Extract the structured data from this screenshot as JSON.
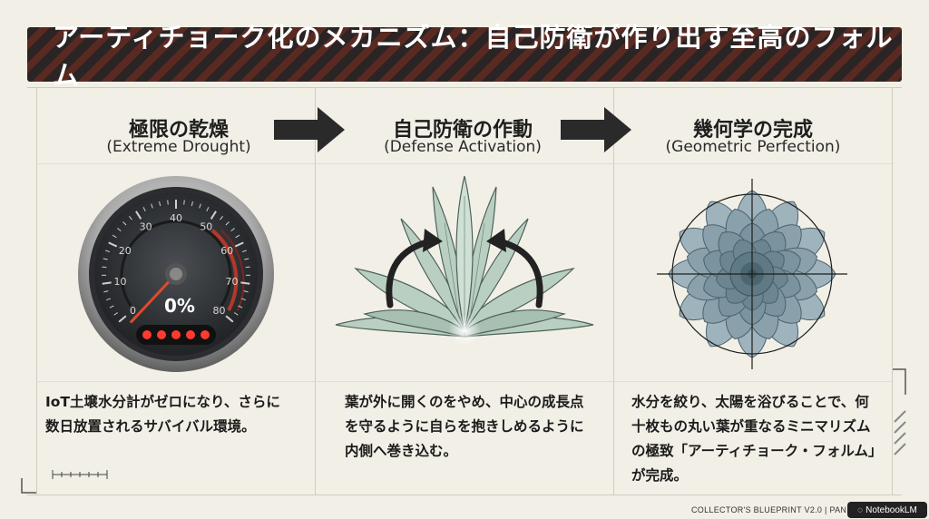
{
  "title": "アーティチョーク化のメカニズム：自己防衛が作り出す至高のフォルム",
  "steps": [
    {
      "title": "極限の乾燥",
      "subtitle": "(Extreme Drought)",
      "description_lines": [
        "IoT土壌水分計がゼロになり、さらに",
        "数日放置されるサバイバル環境。"
      ]
    },
    {
      "title": "自己防衛の作動",
      "subtitle": "(Defense Activation)",
      "description_lines": [
        "葉が外に開くのをやめ、中心の成長点",
        "を守るように自らを抱きしめるように",
        "内側へ巻き込む。"
      ]
    },
    {
      "title": "幾何学の完成",
      "subtitle": "(Geometric Perfection)",
      "description_lines": [
        "水分を絞り、太陽を浴びることで、何",
        "十枚もの丸い葉が重なるミニマリズム",
        "の極致「アーティチョーク・フォルム」",
        "が完成。"
      ]
    }
  ],
  "gauge": {
    "reading": "0%",
    "value_percent": 0,
    "tick_labels": [
      "0",
      "10",
      "20",
      "30",
      "40",
      "50",
      "60",
      "70",
      "80"
    ],
    "indicator_lights": 5
  },
  "footer": {
    "text": "COLLECTOR'S BLUEPRINT V2.0 | PAN",
    "badge": "NotebookLM"
  },
  "colors": {
    "background": "#f1efe6",
    "title_bar": "#2b2424",
    "title_stripe": "#5a2a22",
    "arrow": "#2a2a2a",
    "agave_leaf": "#b9cfc2",
    "succulent": "#7f98a4",
    "gauge_needle": "#e04a2a",
    "indicator_red": "#ff3b2f"
  },
  "icons": [
    "arrow-right-icon",
    "curved-arrow-icon",
    "speedometer-icon",
    "agave-icon",
    "succulent-rosette-icon",
    "crosshair-icon",
    "notebooklm-icon"
  ]
}
